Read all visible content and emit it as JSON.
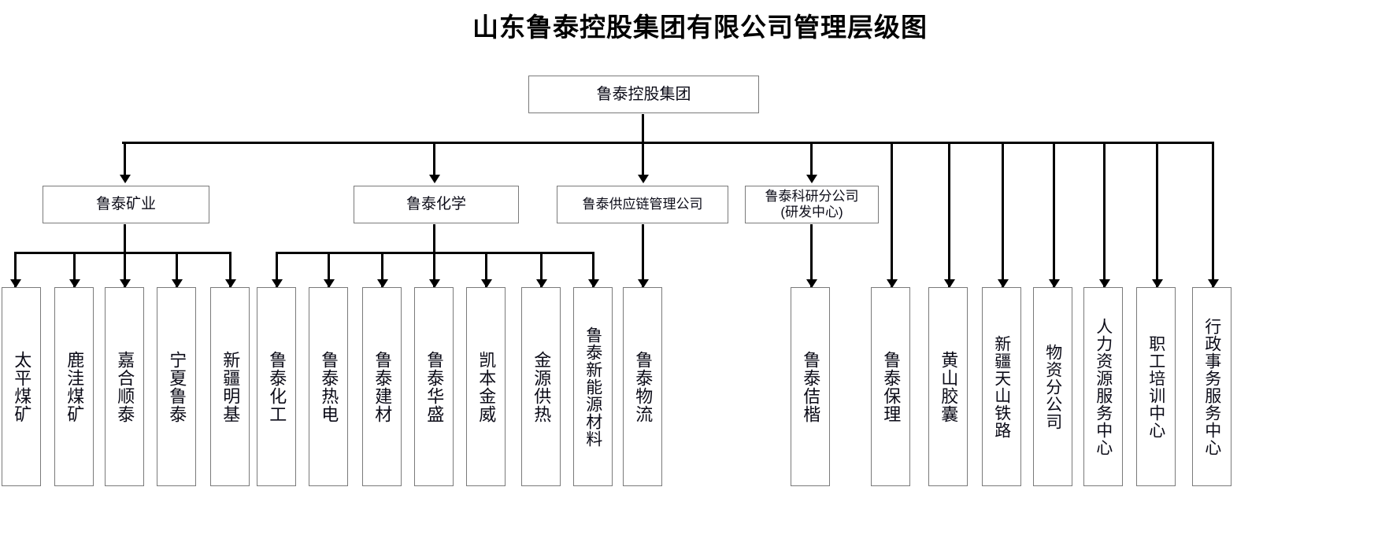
{
  "title": "山东鲁泰控股集团有限公司管理层级图",
  "chart_data": {
    "type": "diagram",
    "diagram_kind": "organization-chart",
    "title": "山东鲁泰控股集团有限公司管理层级图",
    "orientation": "top-down",
    "root": {
      "id": "root",
      "label": "鲁泰控股集团"
    },
    "level2": [
      {
        "id": "mining",
        "label": "鲁泰矿业"
      },
      {
        "id": "chemical",
        "label": "鲁泰化学"
      },
      {
        "id": "supply",
        "label": "鲁泰供应链管理公司"
      },
      {
        "id": "research",
        "label": "鲁泰科研分公司\n(研发中心)",
        "line1": "鲁泰科研分公司",
        "line2": "(研发中心)"
      }
    ],
    "leaves": [
      {
        "id": "l01",
        "label": "太平煤矿",
        "parent": "mining"
      },
      {
        "id": "l02",
        "label": "鹿洼煤矿",
        "parent": "mining"
      },
      {
        "id": "l03",
        "label": "嘉合顺泰",
        "parent": "mining"
      },
      {
        "id": "l04",
        "label": "宁夏鲁泰",
        "parent": "mining"
      },
      {
        "id": "l05",
        "label": "新疆明基",
        "parent": "mining"
      },
      {
        "id": "l06",
        "label": "鲁泰化工",
        "parent": "chemical"
      },
      {
        "id": "l07",
        "label": "鲁泰热电",
        "parent": "chemical"
      },
      {
        "id": "l08",
        "label": "鲁泰建材",
        "parent": "chemical"
      },
      {
        "id": "l09",
        "label": "鲁泰华盛",
        "parent": "chemical"
      },
      {
        "id": "l10",
        "label": "凯本金威",
        "parent": "chemical"
      },
      {
        "id": "l11",
        "label": "金源供热",
        "parent": "chemical"
      },
      {
        "id": "l12",
        "label": "鲁泰新能源材料",
        "parent": "chemical"
      },
      {
        "id": "l13",
        "label": "鲁泰物流",
        "parent": "supply"
      },
      {
        "id": "l14",
        "label": "鲁泰佶楷",
        "parent": "root"
      },
      {
        "id": "l15",
        "label": "鲁泰保理",
        "parent": "root"
      },
      {
        "id": "l16",
        "label": "黄山胶囊",
        "parent": "root"
      },
      {
        "id": "l17",
        "label": "新疆天山铁路",
        "parent": "root"
      },
      {
        "id": "l18",
        "label": "物资分公司",
        "parent": "root"
      },
      {
        "id": "l19",
        "label": "人力资源服务中心",
        "parent": "root"
      },
      {
        "id": "l20",
        "label": "职工培训中心",
        "parent": "root"
      },
      {
        "id": "l21",
        "label": "行政事务服务中心",
        "parent": "root"
      }
    ],
    "colors": {
      "background": "#ffffff",
      "box_fill": "#ffffff",
      "box_border": "#7a7a7a",
      "connector": "#000000",
      "text": "#0b0b17",
      "title_text": "#000000"
    }
  }
}
